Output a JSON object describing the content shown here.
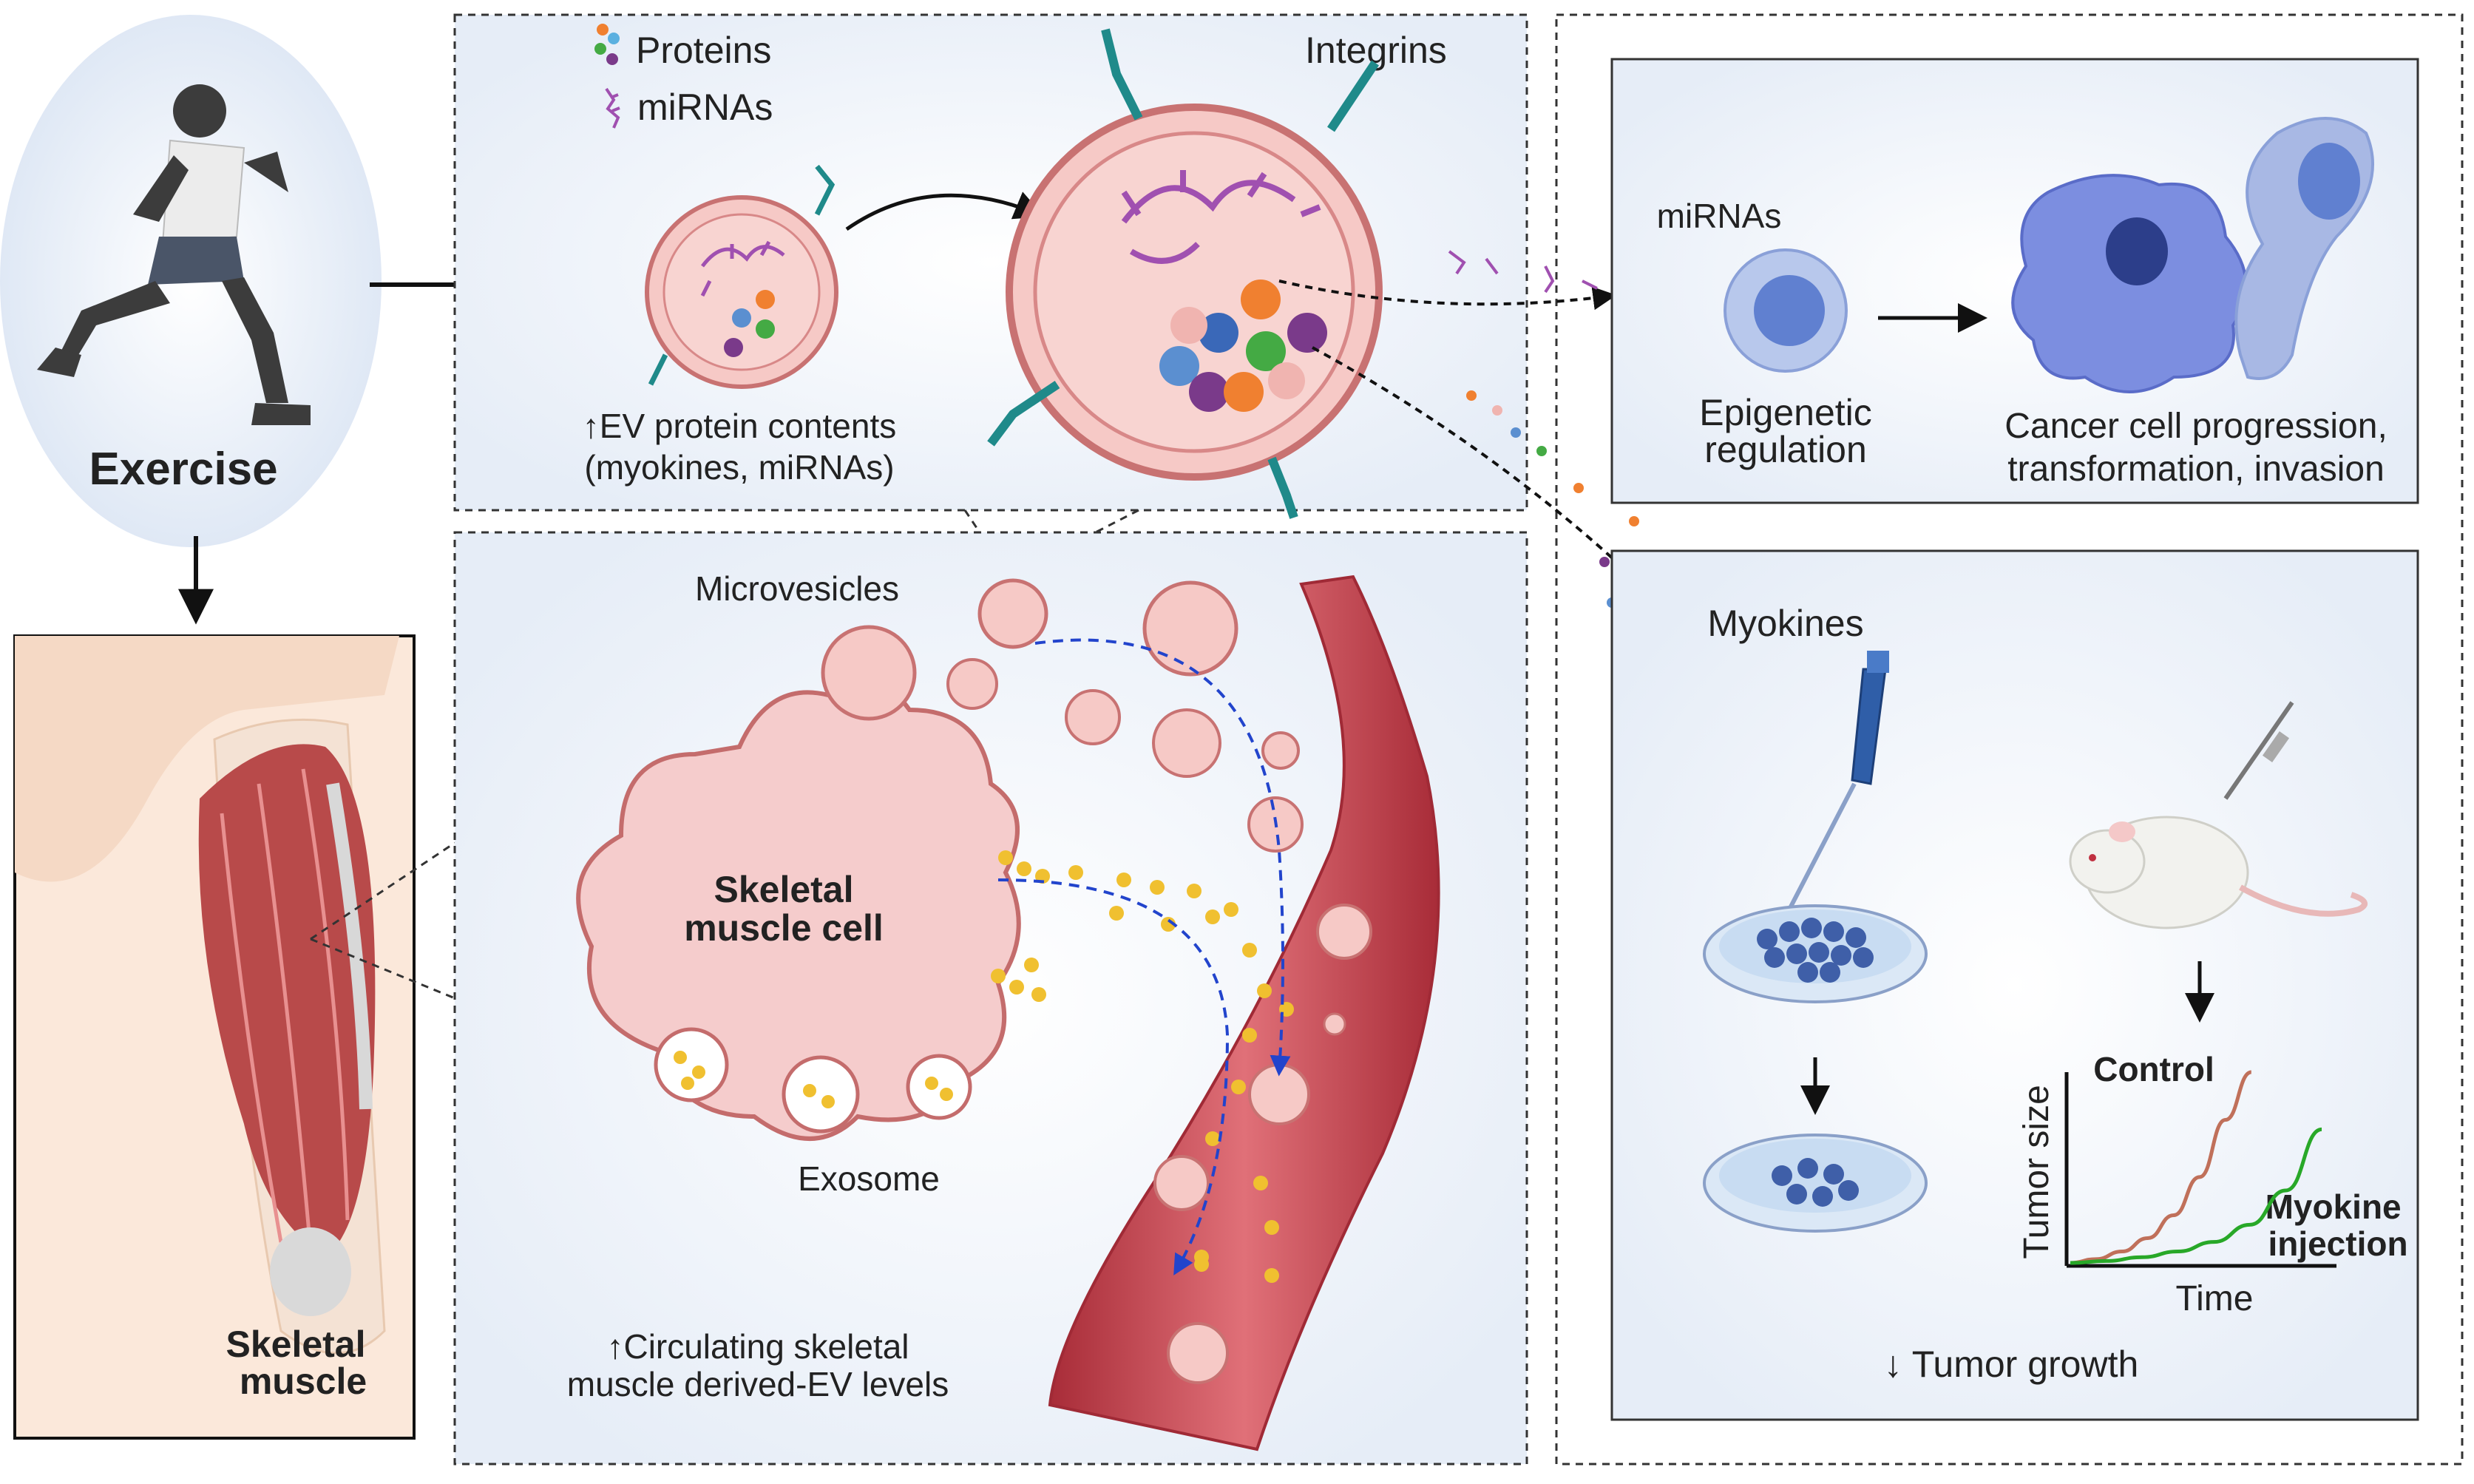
{
  "exercise": {
    "label": "Exercise"
  },
  "thigh": {
    "label_line1": "Skeletal",
    "label_line2": "muscle"
  },
  "ev_panel": {
    "legend_proteins": "Proteins",
    "legend_mirnas": "miRNAs",
    "integrins": "Integrins",
    "contents_line1": "↑EV protein contents",
    "contents_line2": "(myokines, miRNAs)"
  },
  "muscle_panel": {
    "microvesicles": "Microvesicles",
    "cell_line1": "Skeletal",
    "cell_line2": "muscle cell",
    "exosome": "Exosome",
    "circ_line1": "↑Circulating skeletal",
    "circ_line2": "muscle derived-EV levels"
  },
  "cancer_panel": {
    "mirnas": "miRNAs",
    "epi_line1": "Epigenetic",
    "epi_line2": "regulation",
    "cancer_line1": "Cancer cell progression,",
    "cancer_line2": "transformation, invasion"
  },
  "myokine_panel": {
    "myokines": "Myokines",
    "tumor_growth": "↓ Tumor growth"
  },
  "colors": {
    "control": "#c0705a",
    "myokine": "#28a828",
    "vessel": "#c94550",
    "vesicle": "#f0b8b8",
    "exosome_dot": "#f0c030"
  },
  "chart_data": {
    "type": "line",
    "title": "",
    "xlabel": "Time",
    "ylabel": "Tumor size",
    "series": [
      {
        "name": "Control",
        "values": [
          0,
          2,
          6,
          13,
          25,
          45,
          75,
          100
        ]
      },
      {
        "name": "Myokine injection",
        "values": [
          0,
          1,
          3,
          6,
          11,
          20,
          38,
          70
        ]
      }
    ],
    "x": [
      0,
      1,
      2,
      3,
      4,
      5,
      6,
      7
    ],
    "ylim": [
      0,
      100
    ],
    "xlim": [
      0,
      7
    ],
    "grid": false,
    "legend": "inline labels"
  }
}
